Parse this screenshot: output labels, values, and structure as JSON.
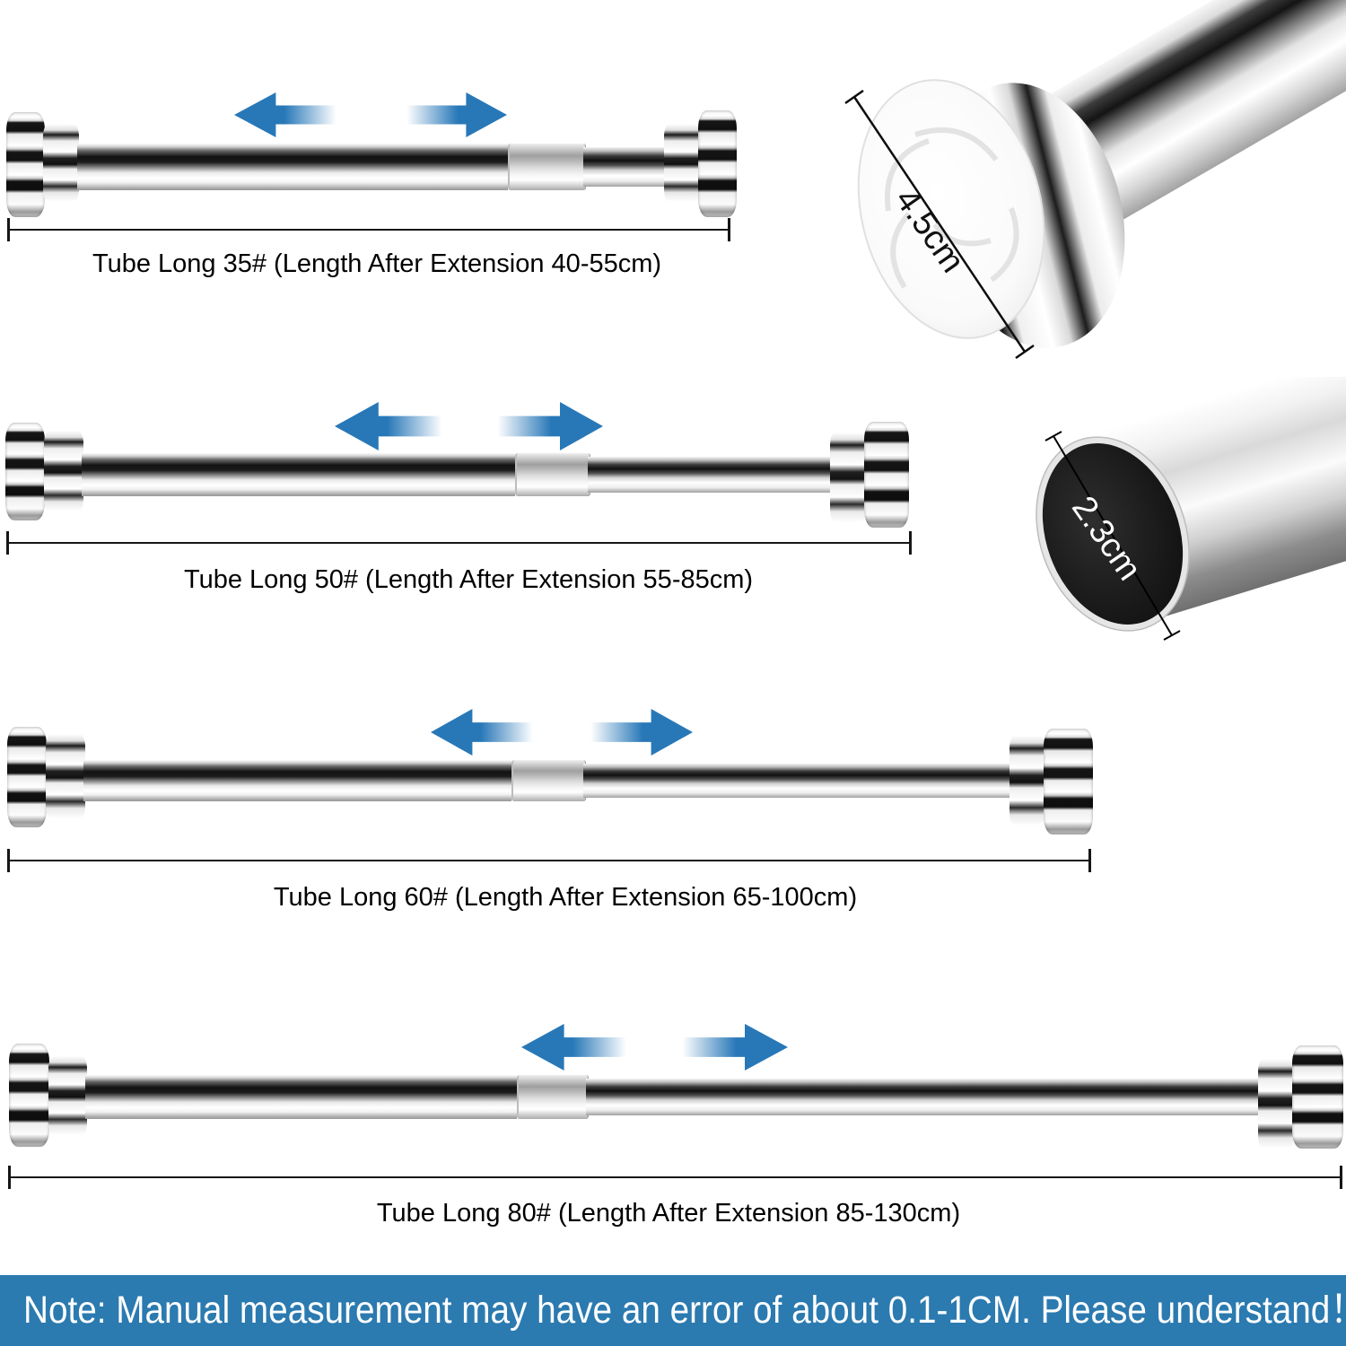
{
  "colors": {
    "arrow-blue": "#2878b8",
    "banner-blue": "#2b7ab0"
  },
  "rods": [
    {
      "label": "Tube Long 35# (Length After Extension 40-55cm)"
    },
    {
      "label": "Tube Long 50# (Length After Extension 55-85cm)"
    },
    {
      "label": "Tube Long 60# (Length After Extension 65-100cm)"
    },
    {
      "label": "Tube Long 80# (Length After Extension 85-130cm)"
    }
  ],
  "callouts": {
    "cap_diameter": "4.5cm",
    "tube_diameter": "2.3cm"
  },
  "note": "Note: Manual measurement may have an error of about 0.1-1CM. Please understand！"
}
